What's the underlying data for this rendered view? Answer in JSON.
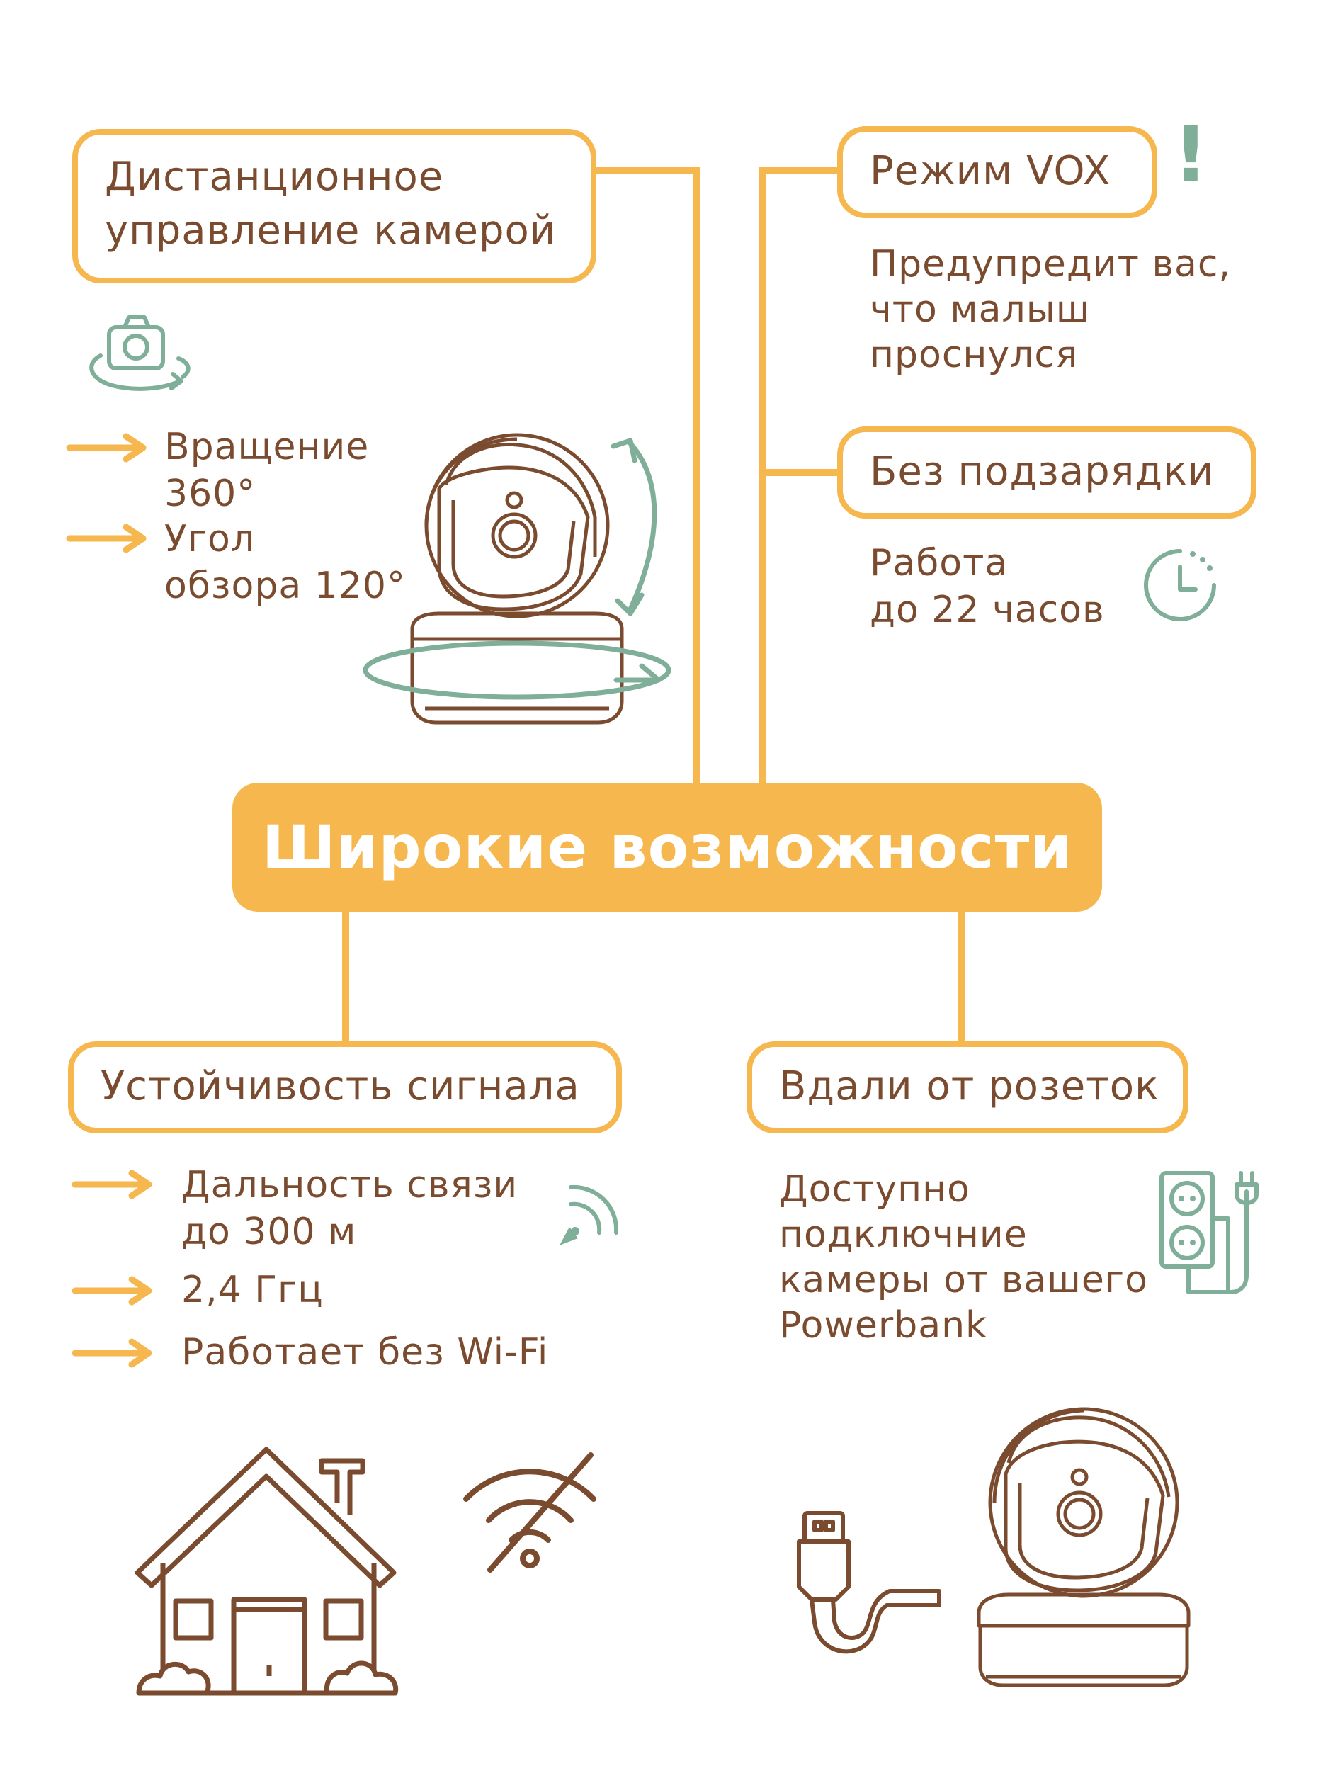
{
  "top_left": {
    "title_line1": "Дистанционное",
    "title_line2": "управление камерой",
    "bullets": [
      "Вращение",
      "360°",
      "Угол",
      "обзора 120°"
    ]
  },
  "top_right": {
    "vox_title": "Режим VOX",
    "vox_mark": "!",
    "vox_desc": [
      "Предупредит вас,",
      "что малыш",
      "проснулся"
    ],
    "battery_title": "Без подзарядки",
    "battery_desc": [
      "Работа",
      "до 22 часов"
    ]
  },
  "center_title": "Широкие возможности",
  "bottom_left": {
    "title": "Устойчивость сигнала",
    "bullets": [
      "Дальность связи",
      "до 300 м",
      "2,4 Ггц",
      "Работает без Wi-Fi"
    ]
  },
  "bottom_right": {
    "title": "Вдали от розеток",
    "desc": [
      "Доступно",
      "подключние",
      "камеры от вашего",
      "Powerbank"
    ]
  },
  "colors": {
    "accent": "#f5b74e",
    "text": "#7a4b2f",
    "icon_green": "#7fae99"
  },
  "icons": [
    "camera-rotate-icon",
    "arrow-right-icon",
    "clock-icon",
    "signal-icon",
    "power-socket-icon",
    "house-icon",
    "no-wifi-icon",
    "usb-cable-icon",
    "baby-camera-icon"
  ]
}
